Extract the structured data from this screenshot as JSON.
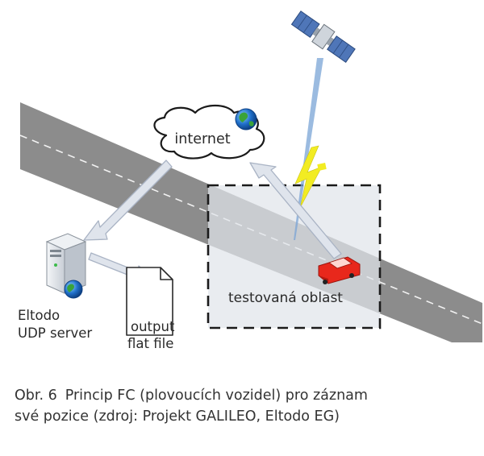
{
  "diagram": {
    "cloud_label": "internet",
    "server_label_line1": "Eltodo",
    "server_label_line2": "UDP server",
    "file_label_line1": "output",
    "file_label_line2": "flat file",
    "area_label": "testovaná oblast"
  },
  "icons": {
    "satellite": "satellite-icon",
    "globe": "globe-icon",
    "server": "server-icon",
    "file": "file-icon",
    "car": "car-icon",
    "signal": "lightning-signal-icon"
  },
  "colors": {
    "road": "#8c8c8c",
    "area_fill": "#e1e5ea",
    "arrow_fill": "#dfe4ec",
    "arrow_stroke": "#a9b3c4",
    "car": "#e8281c",
    "signal": "#f2ec22",
    "beam": "#7aa4d6",
    "caption_text": "#333333"
  },
  "caption": {
    "figure_number": "Obr. 6",
    "text_line1": "Princip FC (plovoucích vozidel) pro záznam",
    "text_line2": "své pozice (zdroj: Projekt GALILEO, Eltodo EG)"
  }
}
